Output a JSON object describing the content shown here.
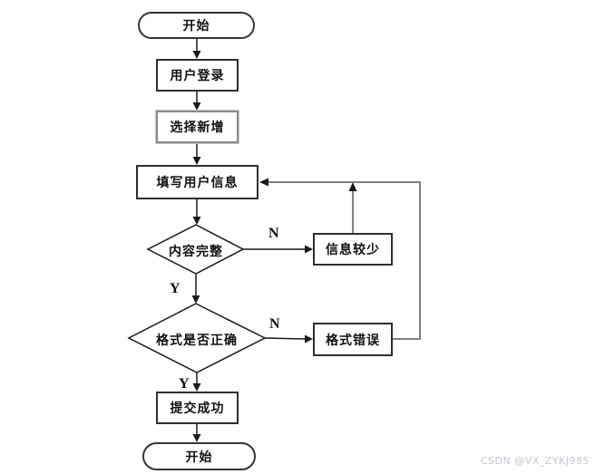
{
  "canvas": {
    "background": "#ffffff"
  },
  "flowchart": {
    "nodes": {
      "start_top": {
        "label": "开始",
        "type": "terminator"
      },
      "user_login": {
        "label": "用户登录",
        "type": "process"
      },
      "select_add": {
        "label": "选择新增",
        "type": "process"
      },
      "fill_user_info": {
        "label": "填写用户信息",
        "type": "process"
      },
      "content_complete": {
        "label": "内容完整",
        "type": "decision"
      },
      "info_less": {
        "label": "信息较少",
        "type": "process"
      },
      "format_correct": {
        "label": "格式是否正确",
        "type": "decision"
      },
      "format_error": {
        "label": "格式错误",
        "type": "process"
      },
      "submit_success": {
        "label": "提交成功",
        "type": "process"
      },
      "end_bottom": {
        "label": "开始",
        "type": "terminator"
      }
    },
    "edge_labels": {
      "content_complete_no": "N",
      "content_complete_yes": "Y",
      "format_correct_no": "N",
      "format_correct_yes": "Y"
    },
    "colors": {
      "flow_line": "#1a1a1a",
      "feedback_line": "#808080",
      "node_border": "#2f2f2f",
      "gray_node_border": "#8a8a8a",
      "text": "#111111"
    }
  },
  "watermark": {
    "text": "CSDN @VX_ZYKJ985",
    "color": "#c3c8d0"
  }
}
